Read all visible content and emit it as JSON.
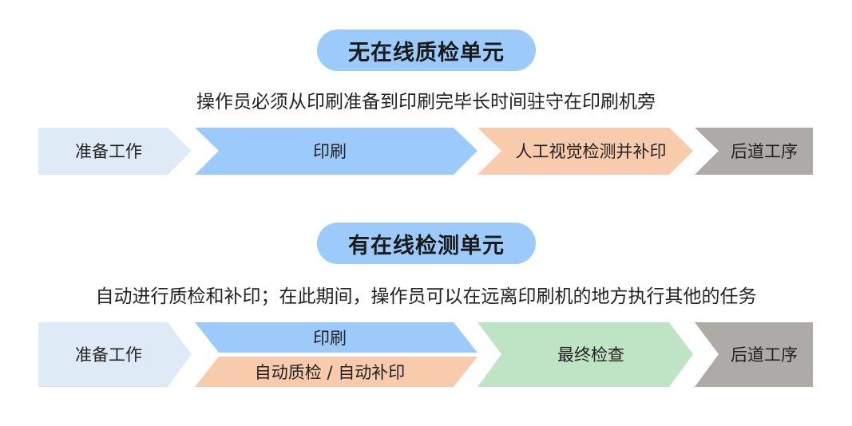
{
  "colors": {
    "light_blue": "#deebf7",
    "blue": "#9ccbfb",
    "peach": "#f8cbad",
    "green": "#bfe3c5",
    "gray": "#aeaaa8"
  },
  "sections": [
    {
      "title": "无在线质检单元",
      "description": "操作员必须从印刷准备到印刷完毕长时间驻守在印刷机旁",
      "steps": [
        "准备工作",
        "印刷",
        "人工视觉检测并补印",
        "后道工序"
      ]
    },
    {
      "title": "有在线检测单元",
      "description": "自动进行质检和补印；在此期间，操作员可以在远离印刷机的地方执行其他的任务",
      "steps": [
        "准备工作",
        "印刷",
        "自动质检 / 自动补印",
        "最终检查",
        "后道工序"
      ]
    }
  ]
}
